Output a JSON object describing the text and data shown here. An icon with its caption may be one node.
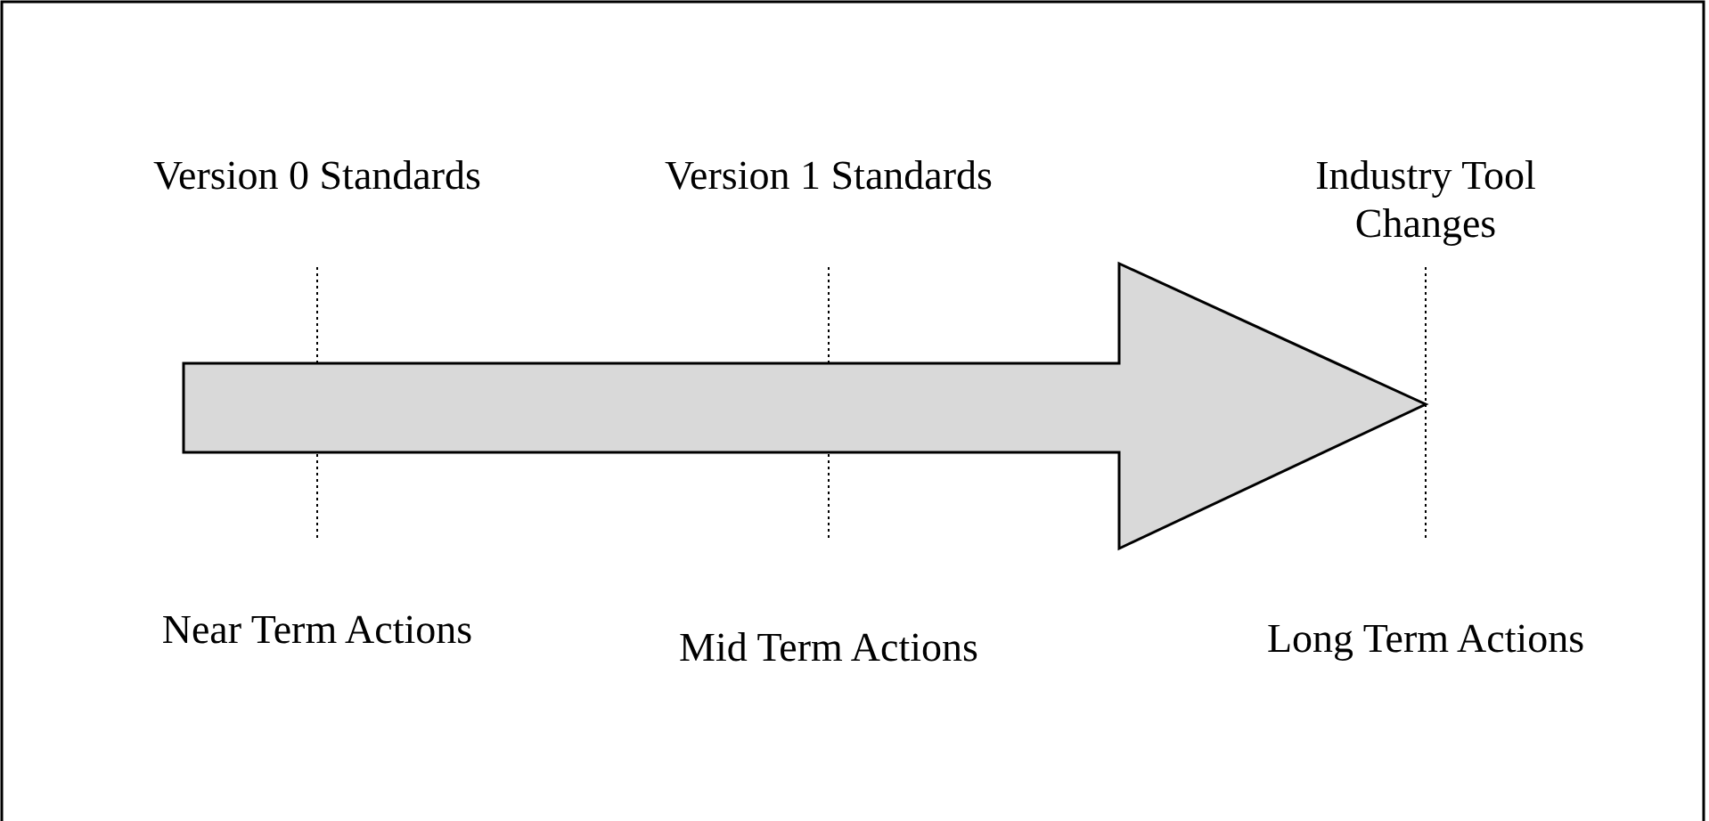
{
  "diagram": {
    "labels": [
      "Version 0 Standards",
      "Version 1 Standards",
      "Industry Tool Changes",
      "Near Term Actions",
      "Mid Term Actions",
      "Long Term Actions"
    ]
  }
}
